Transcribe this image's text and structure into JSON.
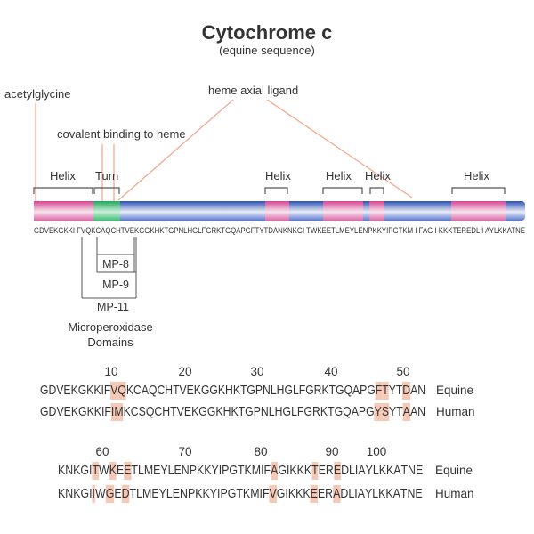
{
  "title": "Cytochrome c",
  "subtitle": "(equine sequence)",
  "annotations": {
    "acetylglycine": "acetylglycine",
    "heme_axial_ligand": "heme axial ligand",
    "covalent_binding": "covalent binding to heme"
  },
  "structure_labels": [
    "Helix",
    "Turn",
    "Helix",
    "Helix",
    "Helix",
    "Helix"
  ],
  "bar_sequence": "GDVEKGKKI FVQKCAQCHTVEKGGKHKTGPNLHGLFGRKTGQAPGFTYTDANKNKGI TWKEETLMEYLENPKKYIPGTKM I FAG I KKKTEREDL I AYLKKATNE",
  "colors": {
    "helix": "#d9559d",
    "turn": "#2fb56a",
    "coil": "#3f63c4",
    "annotation_line": "#f0a48c",
    "highlight": "#f6c9b6"
  },
  "microperoxidase": {
    "mp8": "MP-8",
    "mp9": "MP-9",
    "mp11": "MP-11",
    "caption_line1": "Microperoxidase",
    "caption_line2": "Domains"
  },
  "alignment": {
    "block1": {
      "numbers": [
        "10",
        "20",
        "30",
        "40",
        "50"
      ],
      "equine": "GDVEKGKKIFVQKCAQCHTVEKGGKHKTGPNLHGLFGRKTGQAPGFTYTDAN",
      "human": "GDVEKGKKIFIMKCSQCHTVEKGGKHKTGPNLHGLFGRKTGQAPGYSYTAAN",
      "highlights": [
        10,
        11,
        45,
        46,
        49
      ]
    },
    "block2": {
      "numbers": [
        "60",
        "70",
        "80",
        "90",
        "100"
      ],
      "equine": "KNKGITWKEETLMEYLENPKKYIPGTKMIFAGIKKKTEREDLIAYLKKATNE",
      "human": "KNKGIIWGEDTLMEYLENPKKYIPGTKMIFVGIKKKEERADLIAYLKKATNE",
      "highlights": [
        5,
        7,
        9,
        30,
        36,
        39
      ]
    },
    "species": {
      "equine": "Equine",
      "human": "Human"
    }
  }
}
